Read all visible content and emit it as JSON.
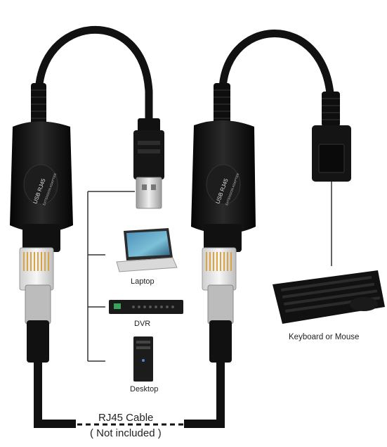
{
  "labels": {
    "laptop": "Laptop",
    "dvr": "DVR",
    "desktop": "Desktop",
    "keyboard_mouse": "Keyboard or Mouse",
    "cable": "RJ45 Cable",
    "not_included": "( Not included )"
  },
  "adapter_text": {
    "brand": "USB RJ45",
    "sub": "EXTENSION ADAPTER"
  },
  "colors": {
    "cable": "#111111",
    "body": "#161616",
    "plug_metal": "#c9c9c9",
    "jack_gold": "#d9a441",
    "line": "#333333"
  }
}
